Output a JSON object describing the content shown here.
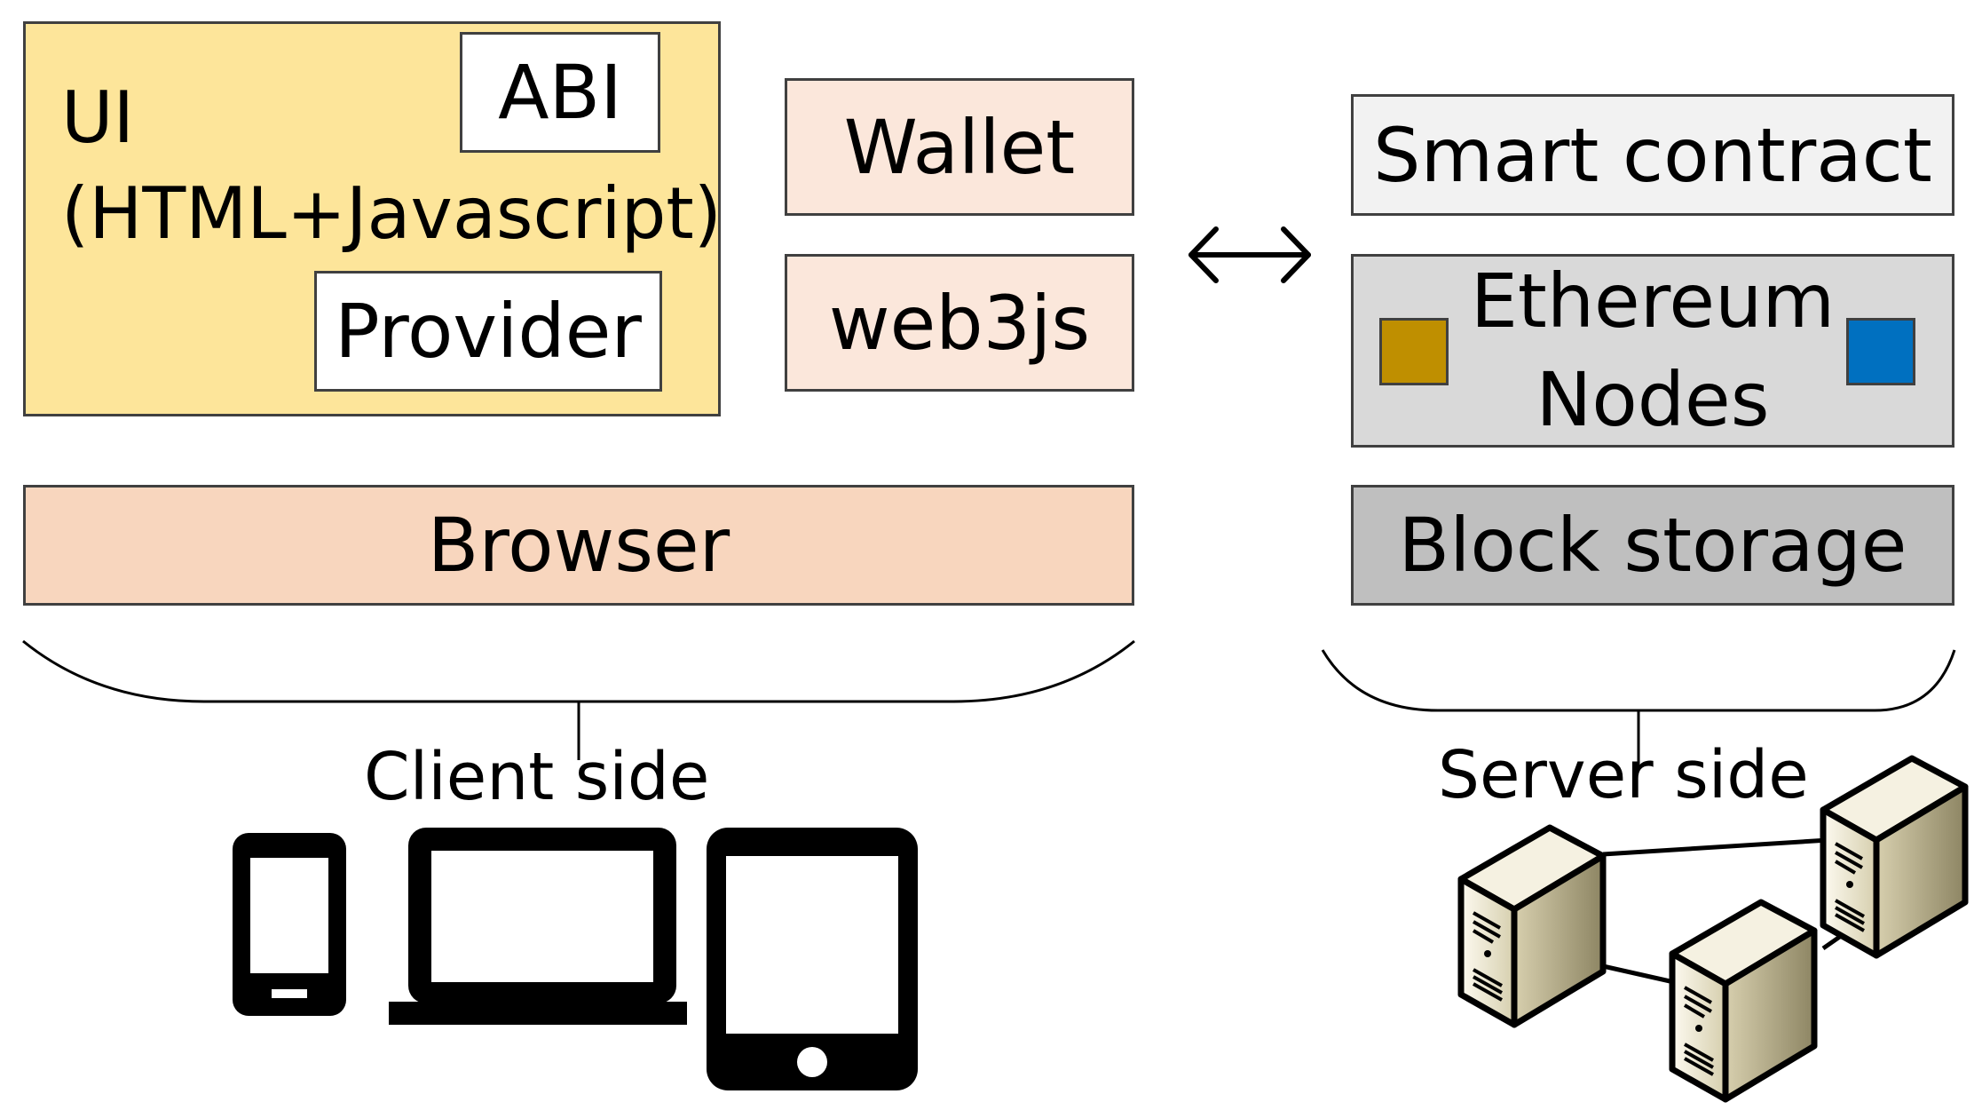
{
  "ui": {
    "title_line1": "UI",
    "title_line2": "(HTML+Javascript)",
    "abi": "ABI",
    "provider": "Provider"
  },
  "client": {
    "wallet": "Wallet",
    "web3": "web3js",
    "browser": "Browser",
    "side_label": "Client side"
  },
  "server": {
    "smart_contract": "Smart contract",
    "eth_line1": "Ethereum",
    "eth_line2": "Nodes",
    "block_storage": "Block storage",
    "side_label": "Server side"
  },
  "colors": {
    "ui": "#fde59a",
    "light_peach": "#fbe7db",
    "browser": "#f8d6be",
    "smart_contract": "#f2f2f2",
    "eth_nodes": "#d9d9d9",
    "block_storage": "#bfbfbf",
    "gold": "#bf8f00",
    "blue": "#0070c0"
  },
  "icons": [
    "double-arrow-icon",
    "phone-icon",
    "laptop-icon",
    "tablet-icon",
    "server-icon"
  ]
}
